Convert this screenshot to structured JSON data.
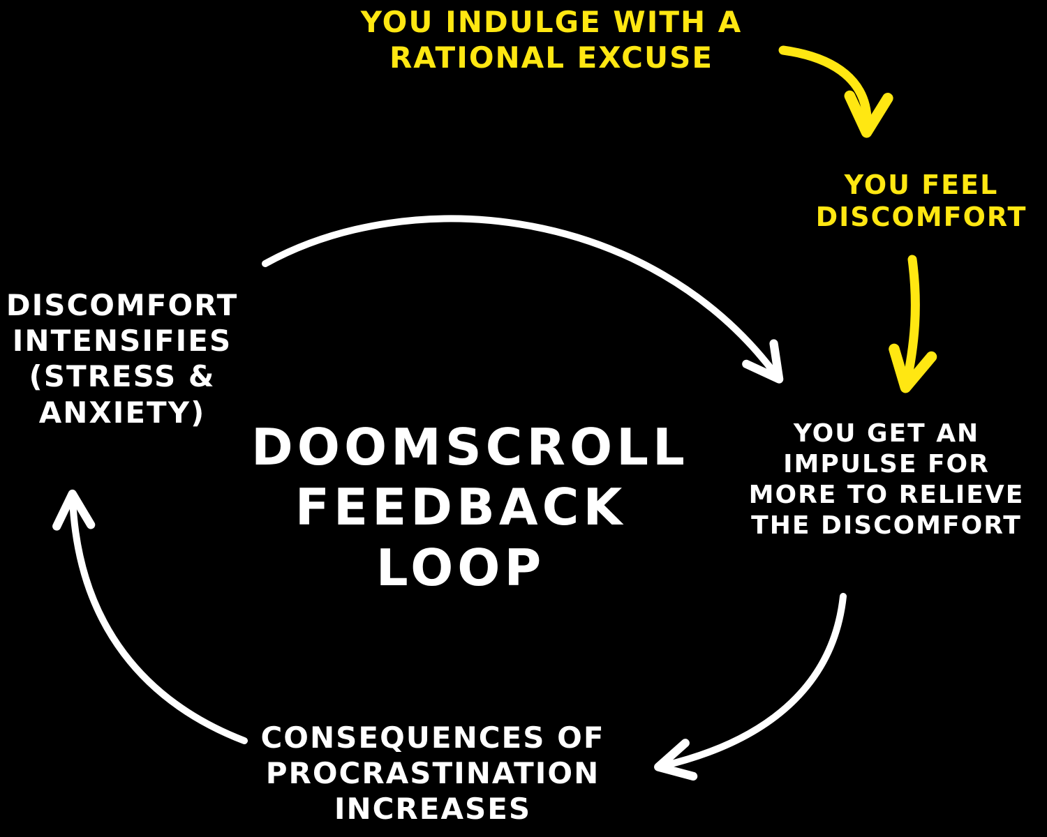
{
  "title": {
    "lines": [
      "DoomScroll",
      "Feedback",
      "Loop"
    ]
  },
  "nodes": {
    "indulge": {
      "lines": [
        "You indulge with a",
        "rational excuse"
      ],
      "color": "#ffe712"
    },
    "discomfort": {
      "lines": [
        "You feel",
        "discomfort"
      ],
      "color": "#ffe712"
    },
    "impulse": {
      "lines": [
        "You get an",
        "impulse for",
        "more to relieve",
        "the discomfort"
      ],
      "color": "#ffffff"
    },
    "intensifies": {
      "lines": [
        "Discomfort",
        "intensifies",
        "(stress &",
        "anxiety)"
      ],
      "color": "#ffffff"
    },
    "consequences": {
      "lines": [
        "Consequences of",
        "procrastination",
        "increases"
      ],
      "color": "#ffffff"
    }
  },
  "edges": [
    {
      "from": "indulge",
      "to": "discomfort",
      "color": "#ffe712",
      "style": "curved-arrow"
    },
    {
      "from": "discomfort",
      "to": "impulse",
      "color": "#ffe712",
      "style": "straight-down-arrow"
    },
    {
      "from": "intensifies",
      "to": "impulse",
      "color": "#ffffff",
      "style": "top-arc"
    },
    {
      "from": "impulse",
      "to": "consequences",
      "color": "#ffffff",
      "style": "bottom-right-arc"
    },
    {
      "from": "consequences",
      "to": "intensifies",
      "color": "#ffffff",
      "style": "left-arc"
    }
  ],
  "colors": {
    "background": "#000000",
    "white": "#ffffff",
    "yellow": "#ffe712"
  }
}
